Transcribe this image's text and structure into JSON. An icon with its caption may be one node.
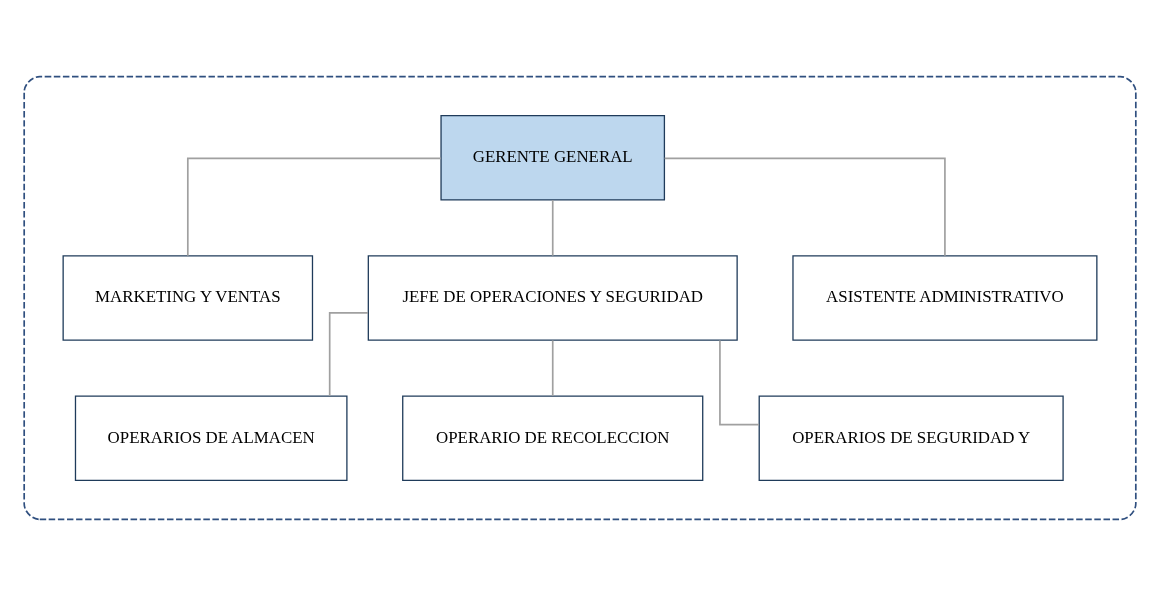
{
  "diagram": {
    "nodes": [
      {
        "text": [],
        "shape": "box"
      },
      {
        "text": [
          "GERENTE GENERAL"
        ],
        "in": 0
      },
      {
        "text": [
          "MARKETING Y VENTAS"
        ],
        "in": 0
      },
      {
        "text": [
          "ASISTENTE ADMINISTRATIVO"
        ],
        "in": 0
      },
      {
        "text": [
          "JEFE DE OPERACIONES Y SEGURIDAD"
        ],
        "in": 0
      },
      {
        "text": [
          "OPERARIOS DE ALMACEN"
        ],
        "in": 0
      },
      {
        "text": [
          "OPERARIO DE RECOLECCION"
        ],
        "in": 0
      },
      {
        "text": [
          "OPERARIOS DE SEGURIDAD Y"
        ],
        "in": 0
      }
    ],
    "edges": [
      {
        "from": 1,
        "to": 2,
        "arrow": "none"
      },
      {
        "from": 1,
        "to": 3,
        "arrow": "none"
      },
      {
        "from": 1,
        "to": 4,
        "arrow": "none"
      },
      {
        "from": 4,
        "to": 5,
        "arrow": "none"
      },
      {
        "from": 4,
        "to": 6,
        "arrow": "none"
      },
      {
        "from": 4,
        "to": 7,
        "arrow": "none"
      }
    ]
  }
}
